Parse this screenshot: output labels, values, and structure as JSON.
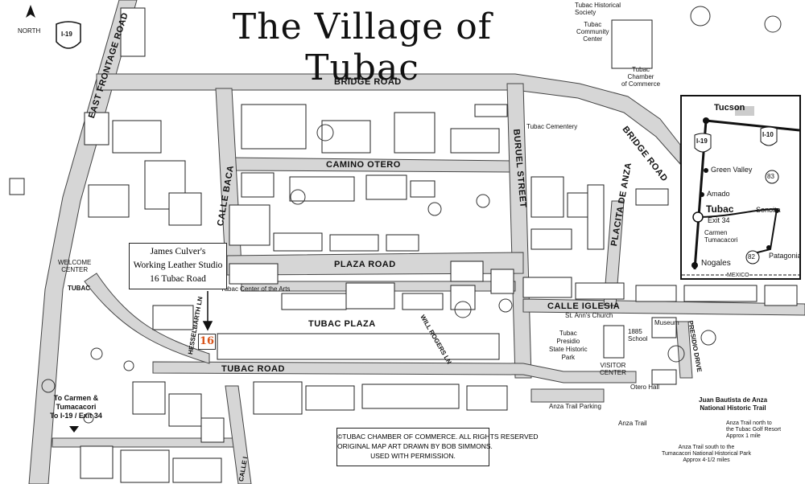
{
  "title": "The Village of Tubac",
  "compass": "NORTH",
  "roads": {
    "bridge_road_top": "BRIDGE ROAD",
    "bridge_road_right": "BRIDGE ROAD",
    "east_frontage": "EAST FRONTAGE ROAD",
    "camino_otero": "CAMINO OTERO",
    "calle_baca": "CALLE BACA",
    "burruel": "BURUEL STREET",
    "plaza_road": "PLAZA ROAD",
    "placita": "PLACITA DE ANZA",
    "calle_iglesia": "CALLE IGLESIA",
    "tubac_plaza": "TUBAC PLAZA",
    "will_rogers": "WILL ROGERS LN",
    "hesselbarth": "HESSELBARTH LN",
    "tubac_road": "TUBAC ROAD",
    "presidio_drive": "PRESIDIO DRIVE",
    "calle_iglesia_lower": "CALLE I"
  },
  "places": {
    "historical_society": "Tubac Historical\nSociety",
    "community_center": "Tubac\nCommunity\nCenter",
    "chamber": "Tubac\nChamber\nof Commerce",
    "cemetery": "Tubac Cementery",
    "welcome_center": "WELCOME\nCENTER",
    "tubac_sign": "TUBAC",
    "center_arts": "Tubac Center of the Arts",
    "st_anns": "St. Ann's Church",
    "presidio_park": "Tubac\nPresidio\nState Historic\nPark",
    "school": "1885\nSchool",
    "museum": "Museum",
    "visitor_center": "VISITOR\nCENTER",
    "otero_hall": "Otero Hall",
    "anza_trail_parking": "Anza Trail Parking",
    "anza_trail": "Anza Trail",
    "juan_bautista": "Juan Bautista de Anza\nNational Historic Trail",
    "anza_north": "Anza Trail north to\nthe Tubac Golf Resort\nApprox 1 mile",
    "anza_south": "Anza Trail south to the\nTumacacori National Historical Park\nApprox 4-1/2 miles",
    "to_carmen": "To Carmen &\nTumacacori\nTo I-19 / Exit 34"
  },
  "shield_i19": "I-19",
  "callout": {
    "line1": "James Culver's",
    "line2": "Working Leather Studio",
    "line3": "16 Tubac Road",
    "number": "16"
  },
  "copyright": {
    "line1": "©TUBAC CHAMBER OF COMMERCE. ALL RIGHTS RESERVED",
    "line2": "ORIGINAL MAP ART DRAWN BY BOB SIMMONS.",
    "line3": "USED WITH PERMISSION."
  },
  "inset": {
    "tucson": "Tucson",
    "i10": "I-10",
    "i19": "I-19",
    "green_valley": "Green Valley",
    "amado": "Amado",
    "tubac": "Tubac",
    "exit34": "Exit 34",
    "carmen": "Carmen",
    "tumacacori": "Tumacacori",
    "nogales": "Nogales",
    "sonoita": "Sonoita",
    "patagonia": "Patagonia",
    "route83": "83",
    "route82": "82",
    "mexico": "MEXICO"
  },
  "colors": {
    "road": "#d9d9d9",
    "line": "#222222",
    "accent": "#d9541a"
  }
}
